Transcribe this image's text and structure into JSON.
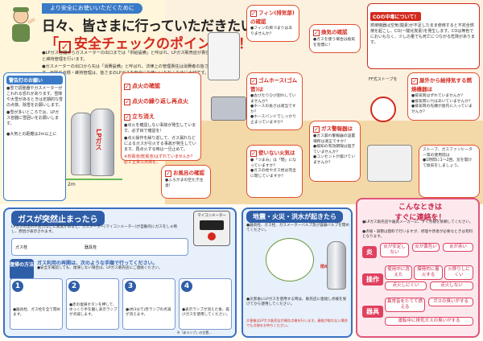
{
  "header": {
    "ribbon": "より安全にお使いいただくために",
    "title_line1": "日々、皆さまに行っていただきたい",
    "title_line2": "安全チェックのポイント",
    "title_bang": "」！",
    "title_check_mark": "✓",
    "title_open": "「"
  },
  "intro": [
    "●LPガス容器からガスメーターの出口までは「供給設備」と呼ばれ、LPガス販売店が責任を持って点検と維持管理を行います。",
    "●ガスメーターの出口から先は「消費設備」と呼ばれ、法律上の管理責任は消費者の皆さまにあります。日常の点検・維持管理は、皆さまのLPガスを安全にお使いいただくために大切です。"
  ],
  "warning_card": {
    "title": "警告灯のお願い",
    "items": [
      "●雪で調整器やガスメーターがこわれる恐れがあります。雪降や大雪があるときは定期的な雪の点検、除雪をお願いします。",
      "●雪が多いところでは、LPガス容器に雪囲いをお願いします。"
    ],
    "snow_note": "●大気との距離は2m以上に",
    "distance": "2m",
    "label_lp": "LPガス"
  },
  "safety_card": {
    "point1": "点火の確認",
    "point2": "点火の繰り返し再点火",
    "point3": "立ち消え",
    "items": [
      "●点火を確認しない事故が発生しています。必ず目で確認を！",
      "●点火操作を繰り返して、ガス漏れなどによるガスが引火する事故が発生しています。再点火する時は一旦止めて。"
    ],
    "note": "※有電池(乾電池)はずれていませんか？必ず正常な点検を。"
  },
  "bath_card": {
    "title": "お風呂の確認",
    "text": "●ふろがまの空たき注意!"
  },
  "fire_bubble": {
    "title": "使いない火気は",
    "items": [
      "●「つまみ」は「閉」になっていますか？",
      "●ガスの栓やガス栓は完全に閉じていますか？"
    ]
  },
  "flame_bubble": {
    "title": "フィン(排気部)の確認",
    "text": "●フィンの目づまりはありませんか？"
  },
  "vent_bubble": {
    "title": "換気の確認",
    "text": "●ガスを使う場合は換気を習慣に！"
  },
  "hose_bubble": {
    "title": "ゴムホース(ゴム管)は",
    "items": [
      "●古びたりひび割れしていませんか？",
      "●ホースの長さは適当ですか？",
      "●ホースバンドでしっかり止まっていますか？"
    ]
  },
  "alarm_bubble": {
    "title": "ガス警報器は",
    "items": [
      "●ガス漏れ警報器の設置場所は適正ですか？",
      "●検知の有効期限は過ぎていませんか？",
      "●コンセントが抜けていませんか？"
    ]
  },
  "co_card": {
    "title": "COの中毒について！",
    "text": "燃焼機器は空気(酸素)が不足したまま使用すると不完全燃焼を起こし、CO(一酸化炭素)を発生します。COは無色でにおいもなく、少しの量でも死亡につながる危険があります。"
  },
  "outdoor_bubble": {
    "title": "屋外から給排気する燃焼機器は",
    "items": [
      "●排気筒はずれていませんか？",
      "●排気筒に穴はあいていませんか？",
      "●排気筒の先端が屋内に入っていませんか？"
    ],
    "ff_label": "FF式ストーブを"
  },
  "stove_bubble": {
    "lines": [
      "ストーブ、ガスファンヒーター等の使用前は",
      "●1時間に1〜2回、窓を開けて換気をしましょう。"
    ]
  },
  "gas_panel": {
    "title": "ガスが突然止まったら",
    "text": "LPガスの流れや圧力などに異常があると、ガスメーター[マイコンメーター]が自動的にガスをしゃ断し、原因が表示されます。",
    "labels": [
      "ガス栓",
      "器具栓",
      "マイコンメーター"
    ],
    "reset_title": "ガス利用の再開は、次のような手順で行ってください。",
    "reset_note": "●安全を確認しても、復帰しない場合は、LPガス販売店にご連絡ください。",
    "method_label": "復帰の方法",
    "steps": [
      {
        "num": "1",
        "text": "●器具栓、ガス栓を全て閉めます。"
      },
      {
        "num": "2",
        "text": "●赤の復帰ボタンを押して、ゆっくり手を離し表示ランプが点滅します。"
      },
      {
        "num": "3",
        "text": "●(約3分で)赤ランプの点滅が消えます。"
      },
      {
        "num": "4",
        "text": "●表示ランプが消えた後、再びガスを使用してください。"
      }
    ],
    "footnote": "※「赤ランプ」の位置..."
  },
  "disaster_panel": {
    "title": "地震・火災・洪水が起きたら",
    "text1": "●器具栓、ガス栓、ガスメーターバルブ及び容器バルブを閉めてください。",
    "text2": "●災害後にLPガスを使用する時は、販売店に連絡し点検を受けてから使用してください。",
    "close_label": "閉める",
    "footnote": "災害後はLPガス販売店が順次点検を行います。連絡が取れない場合でも点検をお待ちください。"
  },
  "contact_panel": {
    "title_line1": "こんなときは",
    "title_line2": "すぐに連絡を！",
    "intro": "●LPガス販売店や器具メーカーに、すぐ点検を依頼してください。",
    "note": "●点検・調整は無料で行いますが、修理や改善が必要なときは有料となります。",
    "categories": [
      {
        "label": "炎",
        "pills": [
          "炎が安定しない",
          "炎が黄色い",
          "炎が赤い"
        ]
      },
      {
        "label": "操作",
        "pills": [
          "使用中に消えた",
          "爆発的に着火する",
          "火移りしにくい",
          "点火しにくい",
          "点火しない"
        ]
      },
      {
        "label": "器具",
        "pills": [
          "異常音をたてて燃える",
          "ガスの臭いがする",
          "運転中に排気ガスの臭いがする"
        ]
      }
    ]
  },
  "colors": {
    "accent_red": "#d42a1e",
    "blue": "#2f5ea8",
    "pink": "#e04060"
  }
}
